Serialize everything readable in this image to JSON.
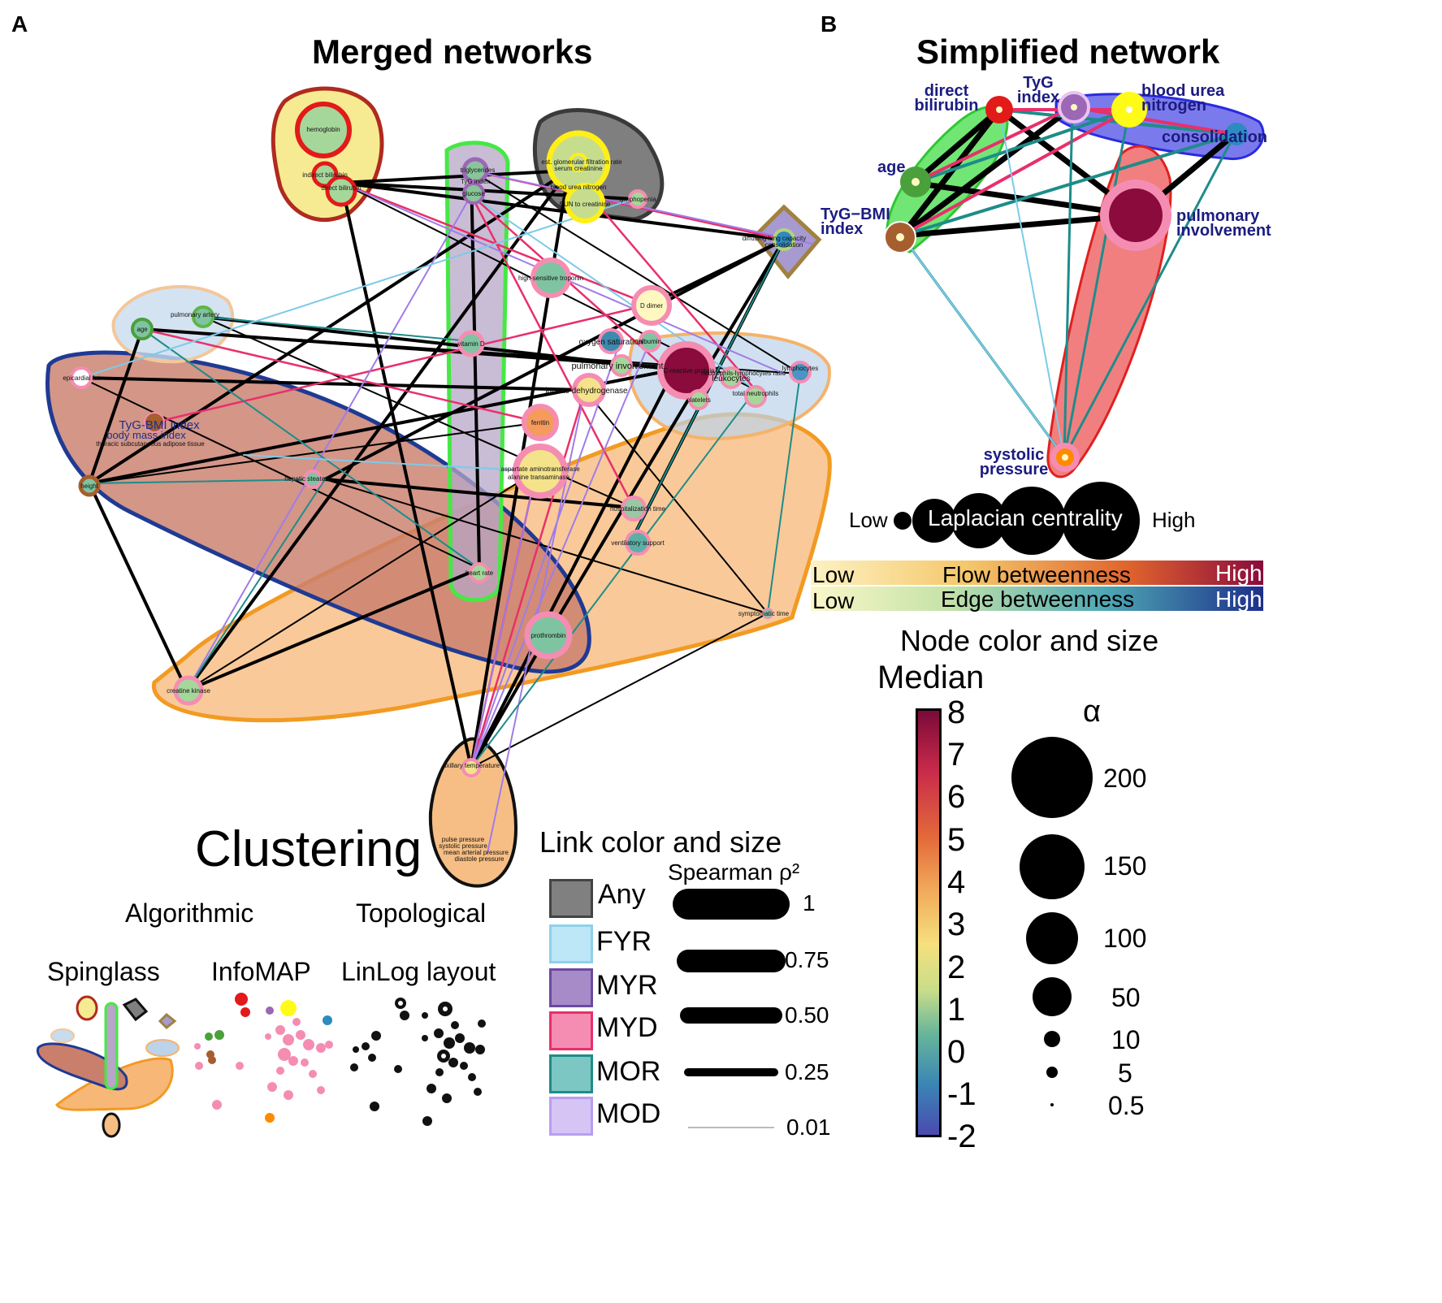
{
  "panel_a": {
    "letter": "A",
    "title": "Merged networks",
    "nodes": [
      "hemoglobin",
      "indirect bilirubin",
      "direct bilirubin",
      "triglycerides",
      "TyG index",
      "glucose",
      "est. glomerular filtration rate",
      "serum creatinine",
      "blood urea nitrogen",
      "BUN to creatinine",
      "lymphopenia",
      "diffusing lung capacity",
      "consolidation",
      "high-sensitive troponin",
      "D dimer",
      "pulmonary artery",
      "age",
      "epicardial fat",
      "TyG-BMI index",
      "body mass index",
      "thoracic subcutaneous adipose tissue",
      "vitamin D",
      "oxygen saturation",
      "albumin",
      "pulmonary involvement",
      "C-reactive protein",
      "neutrophils-lymphocytes ratio",
      "leukocytes",
      "total neutrophils",
      "lymphocytes",
      "platelets",
      "lactate dehydrogenase",
      "ferritin",
      "aspartate aminotransferase",
      "alanine transaminase",
      "hepatic steatosis",
      "height",
      "hospitalization time",
      "ventilatory support",
      "heart rate",
      "prothrombin",
      "symptomatic time",
      "creatine kinase",
      "axillary temperature",
      "pulse pressure",
      "systolic pressure",
      "mean arterial pressure",
      "diastole pressure"
    ]
  },
  "panel_b": {
    "letter": "B",
    "title": "Simplified network",
    "nodes": {
      "direct_bilirubin": "direct\nbilirubin",
      "tyg_index": "TyG\nindex",
      "bun": "blood urea\nnitrogen",
      "consolidation": "consolidation",
      "age": "age",
      "tyg_bmi": "TyG−BMI\nindex",
      "pulmonary": "pulmonary\ninvolvement",
      "systolic": "systolic\npressure"
    },
    "laplacian": {
      "low": "Low",
      "label": "Laplacian centrality",
      "high": "High"
    },
    "flow_betweenness": {
      "low": "Low",
      "label": "Flow betweenness",
      "high": "High"
    },
    "edge_betweenness": {
      "low": "Low",
      "label": "Edge betweenness",
      "high": "High"
    }
  },
  "clustering": {
    "title": "Clustering",
    "algorithmic": "Algorithmic",
    "topological": "Topological",
    "spinglass": "Spinglass",
    "infomap": "InfoMAP",
    "linlog": "LinLog layout"
  },
  "link_legend": {
    "title": "Link color and size",
    "spearman": "Spearman ρ²",
    "categories": [
      {
        "label": "Any",
        "color": "#808080"
      },
      {
        "label": "FYR",
        "color": "#bde6f6"
      },
      {
        "label": "MYR",
        "color": "#a78bc8"
      },
      {
        "label": "MYD",
        "color": "#f58db3"
      },
      {
        "label": "MOR",
        "color": "#7cc7c4"
      },
      {
        "label": "MOD",
        "color": "#d6c4f5"
      }
    ],
    "widths": [
      "1",
      "0.75",
      "0.50",
      "0.25",
      "0.01"
    ]
  },
  "node_legend": {
    "title": "Node color and size",
    "median_label": "Median",
    "median_ticks": [
      "8",
      "7",
      "6",
      "5",
      "4",
      "3",
      "2",
      "1",
      "0",
      "-1",
      "-2"
    ],
    "alpha_label": "α",
    "alpha_values": [
      "200",
      "150",
      "100",
      "50",
      "10",
      "5",
      "0.5"
    ]
  },
  "colors": {
    "flow_low": "#fdf2c4",
    "flow_high": "#8a0b3c",
    "edge_low": "#fbf7c8",
    "edge_high": "#1d2f8a"
  }
}
